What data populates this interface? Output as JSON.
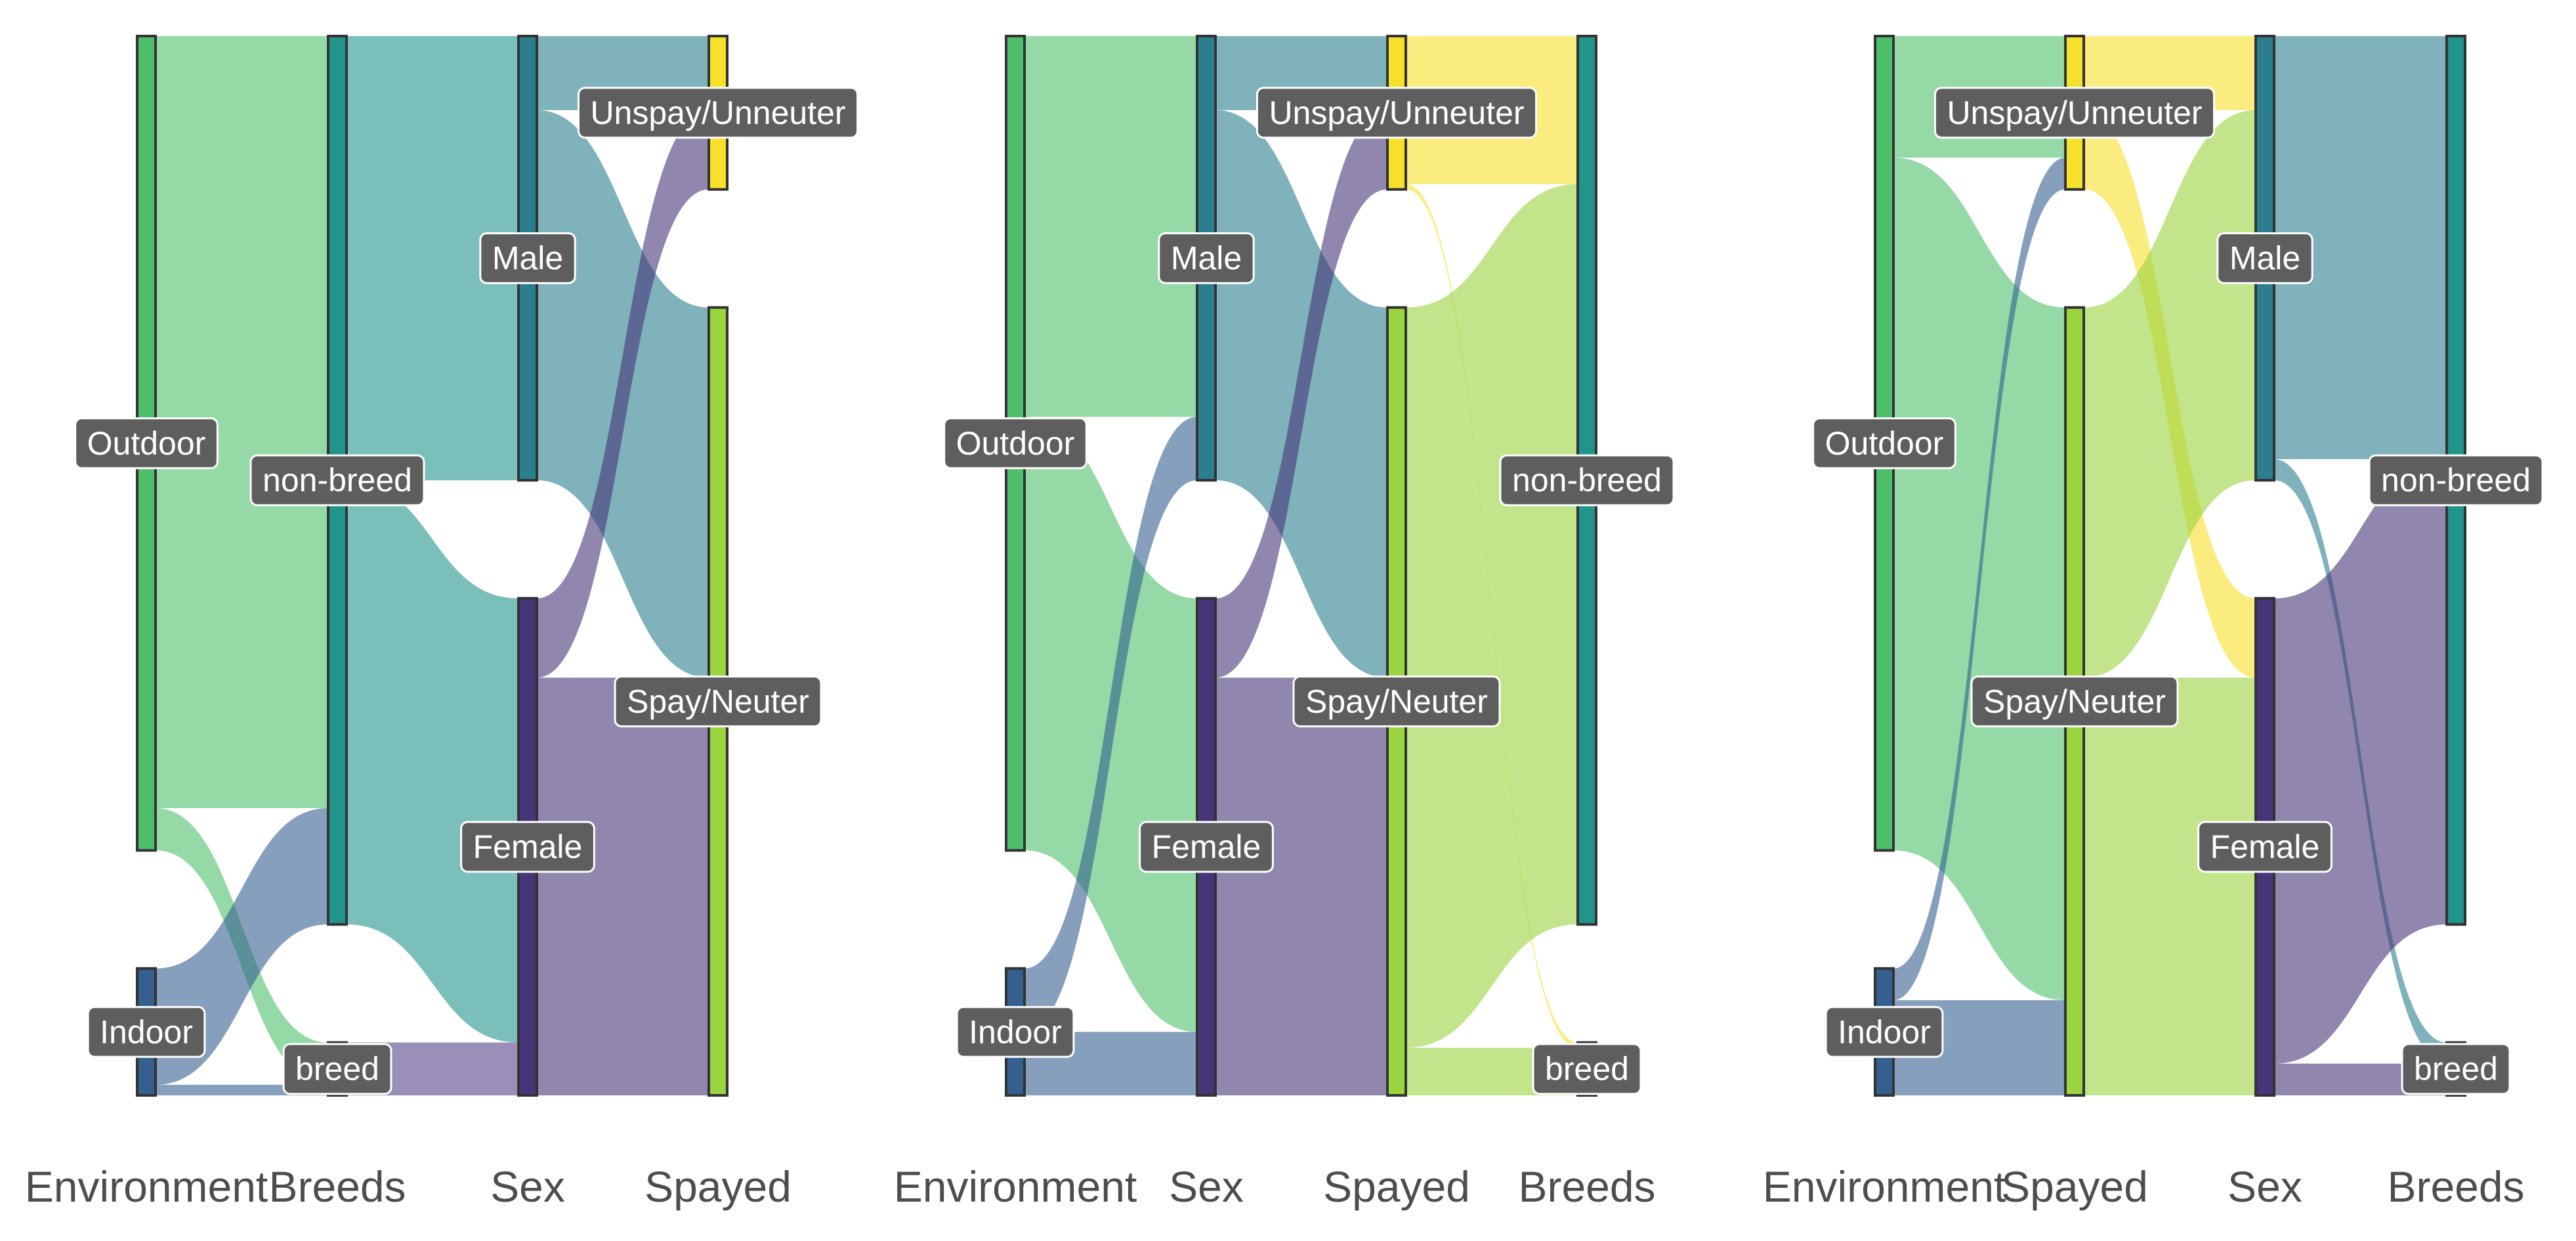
{
  "chart_data": [
    {
      "type": "sankey",
      "axes": [
        "Environment",
        "Breeds",
        "Sex",
        "Spayed"
      ],
      "nodes": [
        [
          "Outdoor",
          "Indoor"
        ],
        [
          "non-breed",
          "breed"
        ],
        [
          "Male",
          "Female"
        ],
        [
          "Unspay/Unneuter",
          "Spay/Neuter"
        ]
      ],
      "node_values": [
        [
          770,
          120
        ],
        [
          840,
          50
        ],
        [
          420,
          470
        ],
        [
          145,
          745
        ]
      ],
      "flows": [
        [
          {
            "from": "Outdoor",
            "to": "non-breed",
            "value": 730
          },
          {
            "from": "Outdoor",
            "to": "breed",
            "value": 40
          },
          {
            "from": "Indoor",
            "to": "non-breed",
            "value": 110
          },
          {
            "from": "Indoor",
            "to": "breed",
            "value": 10
          }
        ],
        [
          {
            "from": "non-breed",
            "to": "Male",
            "value": 420
          },
          {
            "from": "non-breed",
            "to": "Female",
            "value": 420
          },
          {
            "from": "breed",
            "to": "Female",
            "value": 50
          }
        ],
        [
          {
            "from": "Male",
            "to": "Unspay/Unneuter",
            "value": 70
          },
          {
            "from": "Male",
            "to": "Spay/Neuter",
            "value": 350
          },
          {
            "from": "Female",
            "to": "Unspay/Unneuter",
            "value": 75
          },
          {
            "from": "Female",
            "to": "Spay/Neuter",
            "value": 395
          }
        ]
      ]
    },
    {
      "type": "sankey",
      "axes": [
        "Environment",
        "Sex",
        "Spayed",
        "Breeds"
      ],
      "nodes": [
        [
          "Outdoor",
          "Indoor"
        ],
        [
          "Male",
          "Female"
        ],
        [
          "Unspay/Unneuter",
          "Spay/Neuter"
        ],
        [
          "non-breed",
          "breed"
        ]
      ],
      "node_values": [
        [
          770,
          120
        ],
        [
          420,
          470
        ],
        [
          145,
          745
        ],
        [
          840,
          50
        ]
      ],
      "flows": [
        [
          {
            "from": "Outdoor",
            "to": "Male",
            "value": 360
          },
          {
            "from": "Outdoor",
            "to": "Female",
            "value": 410
          },
          {
            "from": "Indoor",
            "to": "Male",
            "value": 60
          },
          {
            "from": "Indoor",
            "to": "Female",
            "value": 60
          }
        ],
        [
          {
            "from": "Male",
            "to": "Unspay/Unneuter",
            "value": 70
          },
          {
            "from": "Male",
            "to": "Spay/Neuter",
            "value": 350
          },
          {
            "from": "Female",
            "to": "Unspay/Unneuter",
            "value": 75
          },
          {
            "from": "Female",
            "to": "Spay/Neuter",
            "value": 395
          }
        ],
        [
          {
            "from": "Unspay/Unneuter",
            "to": "non-breed",
            "value": 140
          },
          {
            "from": "Unspay/Unneuter",
            "to": "breed",
            "value": 5
          },
          {
            "from": "Spay/Neuter",
            "to": "non-breed",
            "value": 700
          },
          {
            "from": "Spay/Neuter",
            "to": "breed",
            "value": 45
          }
        ]
      ]
    },
    {
      "type": "sankey",
      "axes": [
        "Environment",
        "Spayed",
        "Sex",
        "Breeds"
      ],
      "nodes": [
        [
          "Outdoor",
          "Indoor"
        ],
        [
          "Unspay/Unneuter",
          "Spay/Neuter"
        ],
        [
          "Male",
          "Female"
        ],
        [
          "non-breed",
          "breed"
        ]
      ],
      "node_values": [
        [
          770,
          120
        ],
        [
          145,
          745
        ],
        [
          420,
          470
        ],
        [
          840,
          50
        ]
      ],
      "flows": [
        [
          {
            "from": "Outdoor",
            "to": "Unspay/Unneuter",
            "value": 115
          },
          {
            "from": "Outdoor",
            "to": "Spay/Neuter",
            "value": 655
          },
          {
            "from": "Indoor",
            "to": "Unspay/Unneuter",
            "value": 30
          },
          {
            "from": "Indoor",
            "to": "Spay/Neuter",
            "value": 90
          }
        ],
        [
          {
            "from": "Unspay/Unneuter",
            "to": "Male",
            "value": 70
          },
          {
            "from": "Unspay/Unneuter",
            "to": "Female",
            "value": 75
          },
          {
            "from": "Spay/Neuter",
            "to": "Male",
            "value": 350
          },
          {
            "from": "Spay/Neuter",
            "to": "Female",
            "value": 395
          }
        ],
        [
          {
            "from": "Male",
            "to": "non-breed",
            "value": 400
          },
          {
            "from": "Male",
            "to": "breed",
            "value": 20
          },
          {
            "from": "Female",
            "to": "non-breed",
            "value": 440
          },
          {
            "from": "Female",
            "to": "breed",
            "value": 30
          }
        ]
      ]
    }
  ],
  "colors": {
    "Outdoor": "#4dbf6a",
    "Indoor": "#345f8f",
    "non-breed": "#21948c",
    "breed": "#56458a",
    "Male": "#2a7e8e",
    "Female": "#463578",
    "Unspay/Unneuter": "#f6e02a",
    "Spay/Neuter": "#9ad43e"
  }
}
